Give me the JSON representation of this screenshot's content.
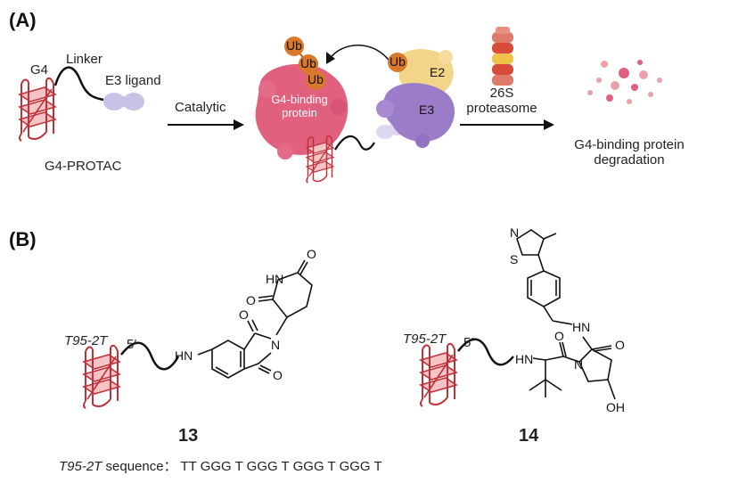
{
  "panel_a": {
    "label": "(A)",
    "g4_label": "G4",
    "linker_label": "Linker",
    "e3_ligand_label": "E3 ligand",
    "g4_protac_label": "G4-PROTAC",
    "catalytic_label": "Catalytic",
    "g4_binding_protein_label": "G4-binding\nprotein",
    "ub_labels": [
      "Ub",
      "Ub",
      "Ub",
      "Ub"
    ],
    "e2_label": "E2",
    "e3_label": "E3",
    "proteasome_label": "26S\nproteasome",
    "degradation_label": "G4-binding protein\ndegradation"
  },
  "panel_b": {
    "label": "(B)",
    "compound_13": {
      "number": "13",
      "g4_name": "T95-2T",
      "five_prime": "5′",
      "atoms": {
        "hn": "HN",
        "o1": "O",
        "o2": "O",
        "n": "N",
        "hn2": "HN",
        "o3": "O",
        "o4": "O"
      }
    },
    "compound_14": {
      "number": "14",
      "g4_name": "T95-2T",
      "five_prime": "5′",
      "atoms": {
        "n_thz": "N",
        "s_thz": "S",
        "hn_amide": "HN",
        "o_amide": "O",
        "hn_left": "HN",
        "o_left": "O",
        "n_pro": "N",
        "oh": "OH"
      }
    },
    "sequence_prefix": "T95-2T",
    "sequence_text": " sequence：  TT GGG T GGG T GGG T GGG T"
  },
  "colors": {
    "g4_red": "#c0323a",
    "g4_fill": "#f3b3b6",
    "protein_pink": "#e0607e",
    "ub_orange": "#d9782a",
    "e2_yellow": "#f3d58a",
    "e3_purple": "#9a7cc8",
    "ligand_lavender": "#c8c2e6",
    "proteasome_red": "#d84a3a",
    "proteasome_yellow": "#f0c24a"
  }
}
